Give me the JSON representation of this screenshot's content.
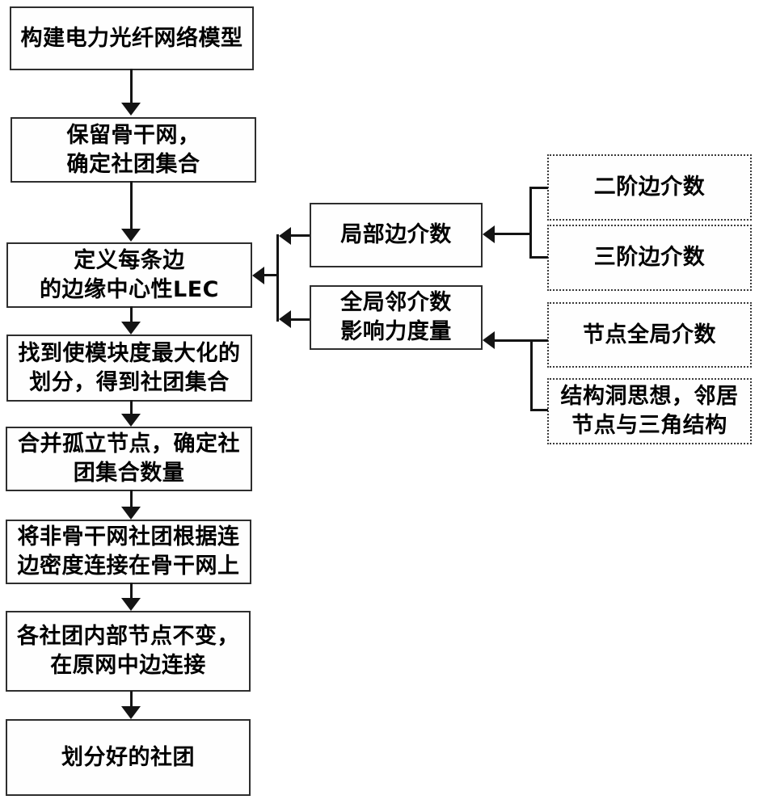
{
  "flowchart": {
    "title": "Power optical fiber network community division flowchart",
    "colors": {
      "background": "#ffffff",
      "box_border": "#2e2e2e",
      "dotted_border": "#3a3a3a",
      "line": "#141414",
      "text": "#000000"
    },
    "main_steps": [
      {
        "label": "构建电力光纤网络模型"
      },
      {
        "label": "保留骨干网，\n确定社团集合"
      },
      {
        "label": "定义每条边\n的边缘中心性LEC"
      },
      {
        "label": "找到使模块度最大化的\n划分，得到社团集合"
      },
      {
        "label": "合并孤立节点，确定社\n团集合数量"
      },
      {
        "label": "将非骨干网社团根据连\n边密度连接在骨干网上"
      },
      {
        "label": "各社团内部节点不变，\n在原网中边连接"
      },
      {
        "label": "划分好的社团"
      }
    ],
    "measure_boxes": [
      {
        "label": "局部边介数"
      },
      {
        "label": "全局邻介数\n影响力度量"
      }
    ],
    "factor_boxes": [
      {
        "label": "二阶边介数"
      },
      {
        "label": "三阶边介数"
      },
      {
        "label": "节点全局介数"
      },
      {
        "label": "结构洞思想，邻居\n节点与三角结构"
      }
    ]
  }
}
